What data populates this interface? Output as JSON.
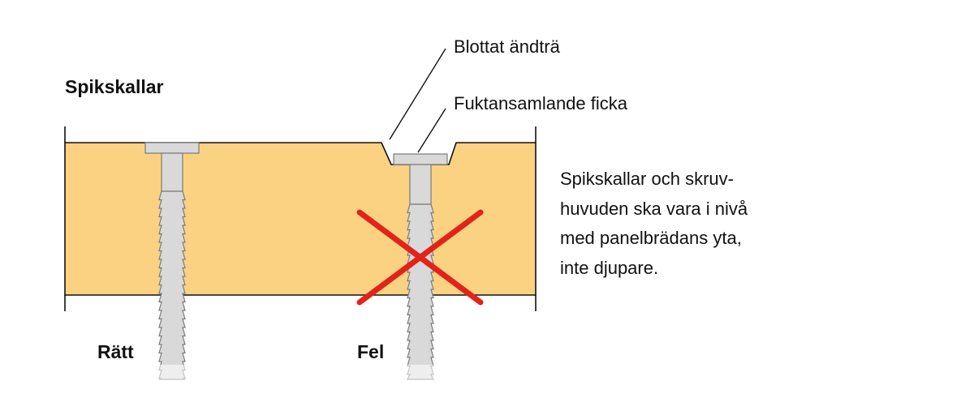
{
  "title": "Spikskallar",
  "labels": {
    "exposed_end_grain": "Blottat ändträ",
    "moisture_pocket": "Fuktansamlande ficka",
    "correct": "Rätt",
    "wrong": "Fel"
  },
  "description": [
    "Spikskallar och skruv-",
    "huvuden ska vara i nivå",
    "med panelbrädans yta,",
    "inte djupare."
  ],
  "colors": {
    "wood": "#fad282",
    "nail": "#d9d9d9",
    "nail_outline": "#7a7a7a",
    "cross": "#e2231a",
    "line": "#111111"
  }
}
